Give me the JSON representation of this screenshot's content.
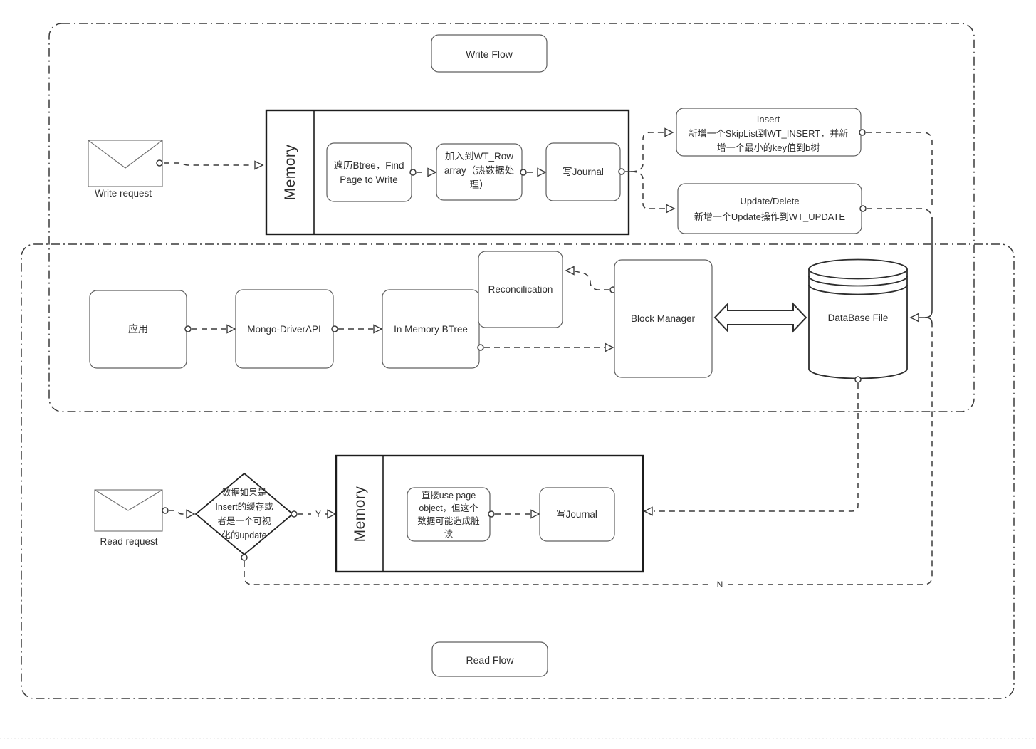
{
  "colors": {
    "line_stroke": "#3a3a3a",
    "node_stroke": "#5f5f5f",
    "lane_stroke": "#1c1c1c",
    "text": "#2d2d2d",
    "background": "#ffffff",
    "faint_divider": "#e2e2e2"
  },
  "write_flow": {
    "title": "Write Flow",
    "request_label": "Write request",
    "memory_label": "Memory",
    "find_page_box": {
      "lines": [
        "遍历Btree，Find",
        "Page to Write"
      ]
    },
    "wt_row_box": {
      "lines": [
        "加入到WT_Row",
        "array（热数据处",
        "理）"
      ]
    },
    "journal_box": {
      "label": "写Journal"
    },
    "insert_box": {
      "lines": [
        "Insert",
        "新增一个SkipList到WT_INSERT，并新",
        "增一个最小的key值到b树"
      ]
    },
    "update_box": {
      "lines": [
        "Update/Delete",
        "新增一个Update操作到WT_UPDATE"
      ]
    }
  },
  "core_flow": {
    "app_box": "应用",
    "driver_box": "Mongo-DriverAPI",
    "btree_box": "In Memory BTree",
    "reconciliation_box": "Reconcilication",
    "block_manager_box": "Block Manager",
    "database_box": "DataBase File"
  },
  "read_flow": {
    "title": "Read Flow",
    "request_label": "Read request",
    "memory_label": "Memory",
    "decision_diamond": {
      "lines": [
        "数据如果是",
        "Insert的缓存或",
        "者是一个可视",
        "化的update"
      ]
    },
    "page_object_box": {
      "lines": [
        "直接use page",
        "object，但这个",
        "数据可能造成脏",
        "读"
      ]
    },
    "journal_box": {
      "label": "写Journal"
    },
    "yes_label": "Y",
    "no_label": "N"
  }
}
